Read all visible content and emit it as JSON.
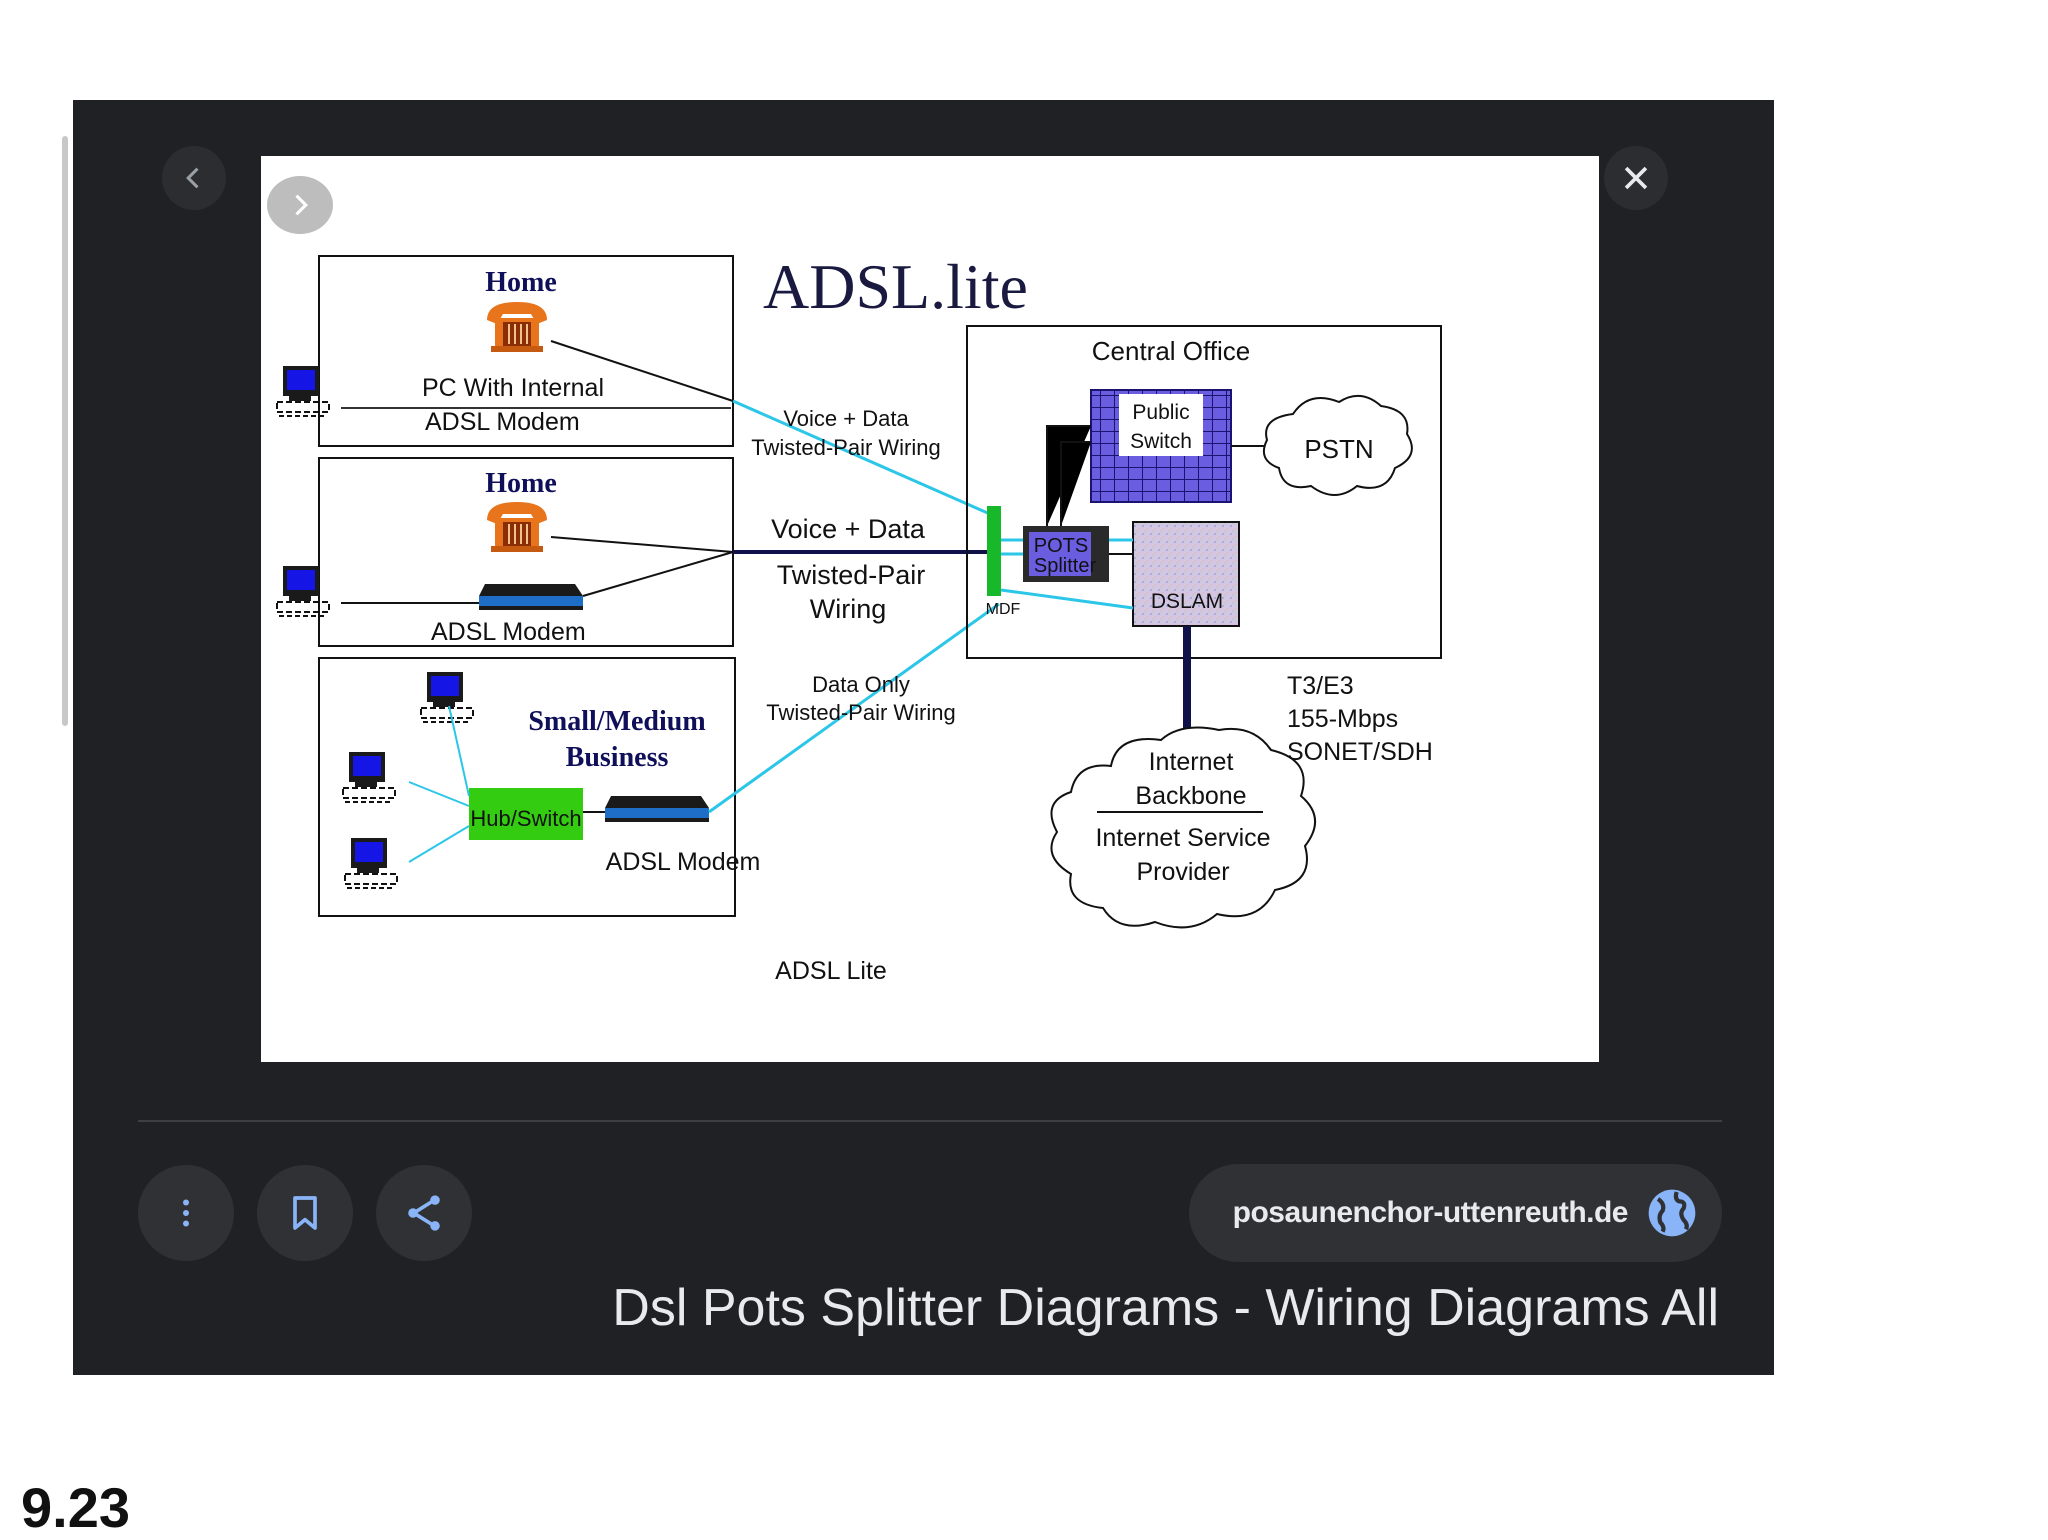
{
  "viewer": {
    "source": "posaunenchor-uttenreuth.de",
    "caption": "Dsl Pots Splitter Diagrams - Wiring Diagrams All"
  },
  "icons": {
    "prev": "chevron-left-icon",
    "next": "chevron-right-icon",
    "close": "close-icon",
    "menu": "more-vert-icon",
    "save": "bookmark-icon",
    "share": "share-icon",
    "globe": "globe-icon"
  },
  "colors": {
    "viewer_bg": "#202124",
    "button_bg": "#303134",
    "link_blue": "#8ab4f8",
    "wire_cyan": "#2bc6e8",
    "hub_green": "#33cc11"
  },
  "diagram": {
    "title": "ADSL.lite",
    "home1_title": "Home",
    "home1_pc_line1": "PC With Internal",
    "home1_pc_line2": "ADSL Modem",
    "home2_title": "Home",
    "home2_modem": "ADSL Modem",
    "biz_title_line1": "Small/Medium",
    "biz_title_line2": "Business",
    "biz_hub": "Hub/Switch",
    "biz_modem": "ADSL Modem",
    "wire1_line1": "Voice + Data",
    "wire1_line2": "Twisted-Pair Wiring",
    "wire2_line1": "Voice + Data",
    "wire2_line2": "Twisted-Pair",
    "wire2_line3": "Wiring",
    "wire3_line1": "Data Only",
    "wire3_line2": "Twisted-Pair Wiring",
    "co_title": "Central Office",
    "public_switch_line1": "Public",
    "public_switch_line2": "Switch",
    "pstn": "PSTN",
    "pots_line1": "POTS",
    "pots_line2": "Splitter",
    "mdf": "MDF",
    "dslam": "DSLAM",
    "backbone_line1": "T3/E3",
    "backbone_line2": "155-Mbps",
    "backbone_line3": "SONET/SDH",
    "isp_line1": "Internet",
    "isp_line2": "Backbone",
    "isp_line3": "Internet Service",
    "isp_line4": "Provider",
    "footer_label": "ADSL Lite"
  },
  "footer_number": "9.23"
}
